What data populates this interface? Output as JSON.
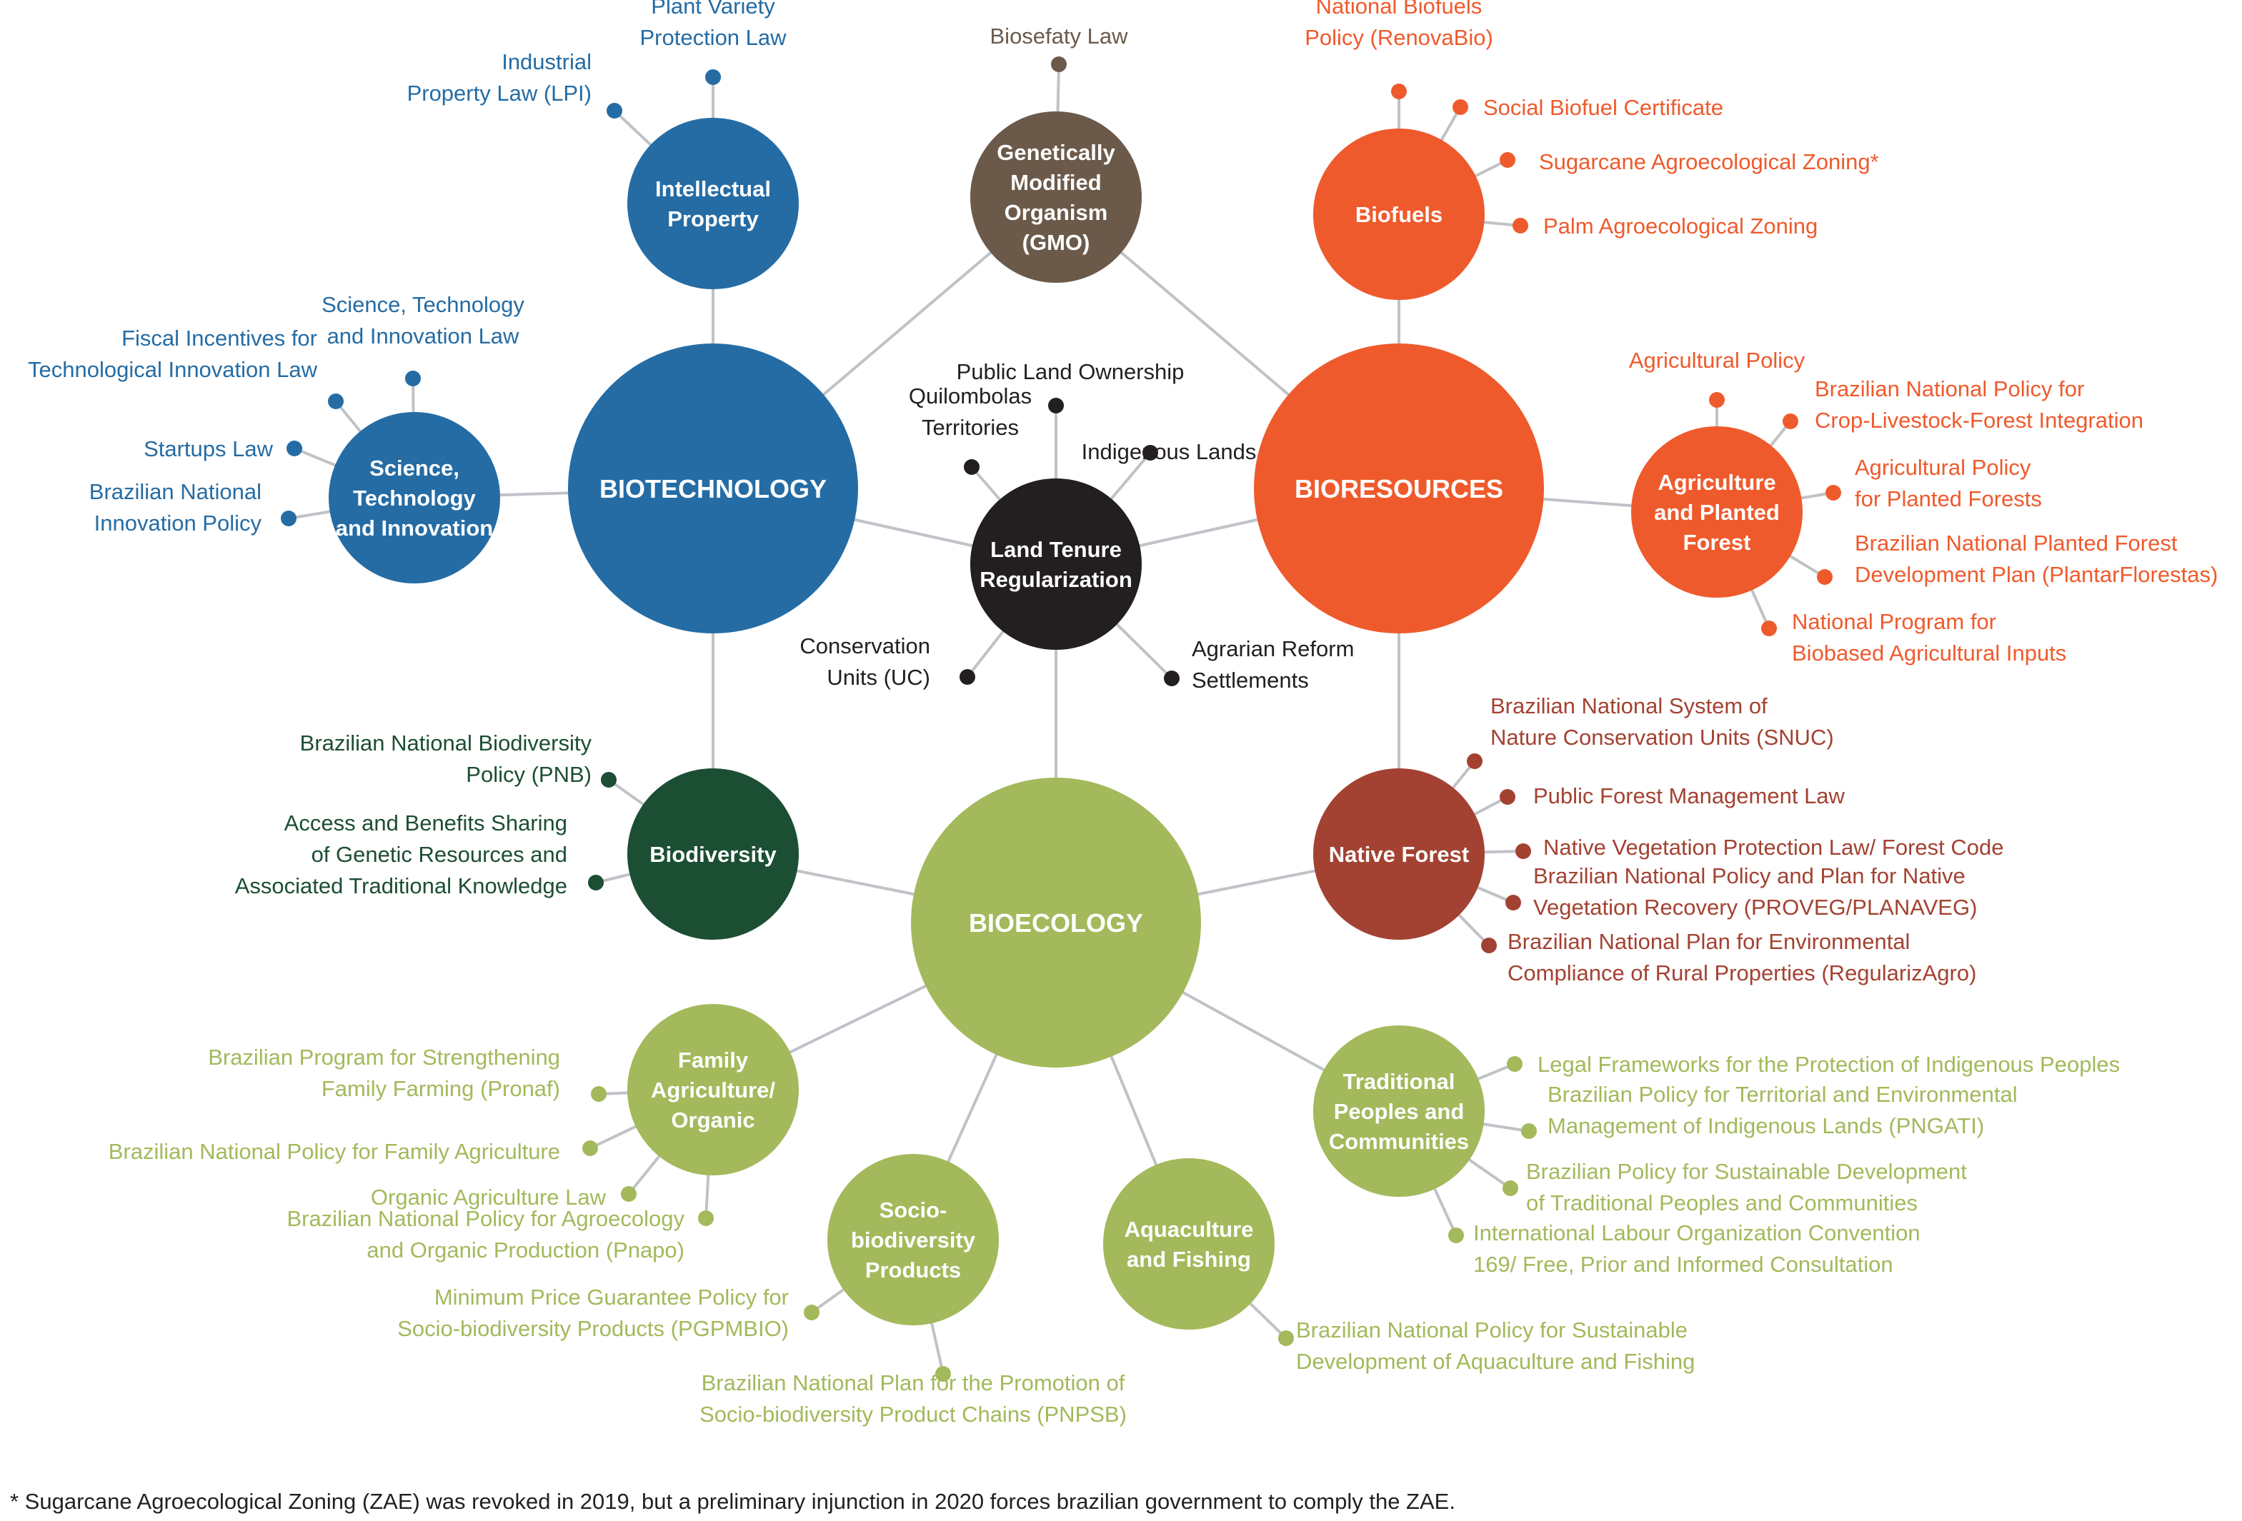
{
  "colors": {
    "biotech": "#256ca4",
    "bioresources": "#ef5a2c",
    "bioecology": "#a3b95b",
    "land": "#231f20",
    "gmo": "#6b5a4a",
    "native": "#a34232",
    "biodiversity": "#1c4e33",
    "line": "#bfc2c7"
  },
  "nodes": {
    "biotechnology": "BIOTECHNOLOGY",
    "bioresources": "BIORESOURCES",
    "bioecology": "BIOECOLOGY",
    "land": [
      "Land Tenure",
      "Regularization"
    ],
    "gmo": [
      "Genetically",
      "Modified",
      "Organism",
      "(GMO)"
    ],
    "ip": [
      "Intellectual",
      "Property"
    ],
    "sti": [
      "Science,",
      "Technology",
      "and Innovation"
    ],
    "biodiversity": [
      "Biodiversity"
    ],
    "biofuels": [
      "Biofuels"
    ],
    "agri": [
      "Agriculture",
      "and Planted",
      "Forest"
    ],
    "native": [
      "Native Forest"
    ],
    "family": [
      "Family",
      "Agriculture/",
      "Organic"
    ],
    "socio": [
      "Socio-",
      "biodiversity",
      "Products"
    ],
    "aqua": [
      "Aquaculture",
      "and Fishing"
    ],
    "trad": [
      "Traditional",
      "Peoples and",
      "Communities"
    ]
  },
  "labels": {
    "gmo": [
      [
        "Biosefaty Law"
      ]
    ],
    "ip": [
      [
        "Plant Variety",
        "Protection Law"
      ],
      [
        "Industrial",
        "Property Law (LPI)"
      ]
    ],
    "sti": [
      [
        "Science, Technology",
        "and Innovation Law"
      ],
      [
        "Fiscal Incentives for",
        "Technological Innovation Law"
      ],
      [
        "Startups Law"
      ],
      [
        "Brazilian National",
        "Innovation Policy"
      ]
    ],
    "land": [
      [
        "Public Land Ownership"
      ],
      [
        "Quilombolas",
        "Territories"
      ],
      [
        "Indigenous Lands"
      ],
      [
        "Conservation",
        "Units (UC)"
      ],
      [
        "Agrarian Reform",
        "Settlements"
      ]
    ],
    "biofuels": [
      [
        "National Biofuels",
        "Policy (RenovaBio)"
      ],
      [
        "Social Biofuel Certificate"
      ],
      [
        "Sugarcane Agroecological Zoning*"
      ],
      [
        "Palm Agroecological Zoning"
      ]
    ],
    "agri": [
      [
        "Agricultural Policy"
      ],
      [
        "Brazilian National Policy for",
        "Crop-Livestock-Forest Integration"
      ],
      [
        "Agricultural Policy",
        "for Planted Forests"
      ],
      [
        "Brazilian National Planted Forest",
        "Development Plan (PlantarFlorestas)"
      ],
      [
        "National Program for",
        "Biobased Agricultural Inputs"
      ]
    ],
    "native": [
      [
        "Brazilian National  System of",
        "Nature Conservation Units (SNUC)"
      ],
      [
        "Public Forest Management Law"
      ],
      [
        "Native Vegetation Protection Law/ Forest Code"
      ],
      [
        "Brazilian National Policy and Plan for Native",
        "Vegetation Recovery (PROVEG/PLANAVEG)"
      ],
      [
        "Brazilian National Plan for Environmental",
        "Compliance of Rural Properties (RegularizAgro)"
      ]
    ],
    "biodiversity": [
      [
        "Brazilian National Biodiversity",
        "Policy (PNB)"
      ],
      [
        "Access and Benefits Sharing",
        "of Genetic Resources and",
        "Associated Traditional Knowledge"
      ]
    ],
    "family": [
      [
        "Brazilian Program for Strengthening",
        "Family Farming (Pronaf)"
      ],
      [
        "Brazilian National Policy for Family Agriculture"
      ],
      [
        "Organic Agriculture Law"
      ],
      [
        "Brazilian National Policy for Agroecology",
        "and Organic Production  (Pnapo)"
      ]
    ],
    "socio": [
      [
        "Minimum Price Guarantee Policy for",
        "Socio-biodiversity Products (PGPMBIO)"
      ],
      [
        "Brazilian National Plan for the Promotion of",
        "Socio-biodiversity Product Chains (PNPSB)"
      ]
    ],
    "aqua": [
      [
        "Brazilian National Policy for Sustainable",
        "Development of Aquaculture and Fishing"
      ]
    ],
    "trad": [
      [
        "Legal Frameworks for the Protection of Indigenous Peoples"
      ],
      [
        "Brazilian Policy for Territorial and Environmental",
        "Management of Indigenous Lands (PNGATI)"
      ],
      [
        "Brazilian Policy for Sustainable Development",
        "of Traditional Peoples and Communities"
      ],
      [
        "International Labour Organization Convention",
        "169/ Free, Prior and Informed Consultation"
      ]
    ]
  },
  "footnote": "* Sugarcane Agroecological Zoning (ZAE) was revoked in 2019, but a preliminary injunction in 2020 forces brazilian government to comply the ZAE."
}
